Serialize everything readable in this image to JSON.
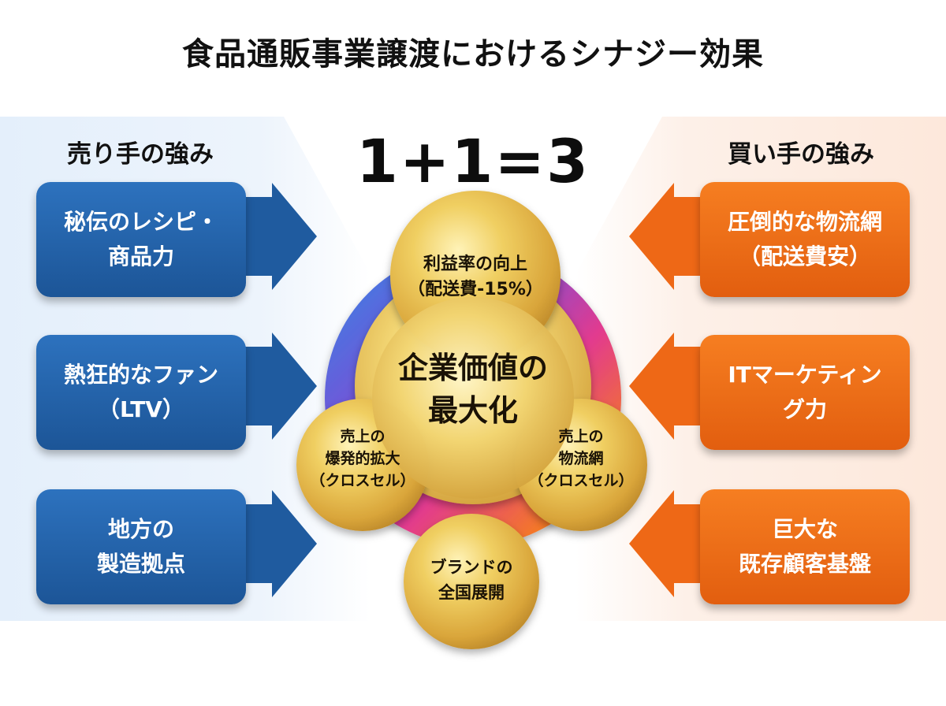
{
  "title": "食品通販事業譲渡におけるシナジー効果",
  "equation": "1+1=3",
  "seller": {
    "heading": "売り手の強み",
    "items": [
      "秘伝のレシピ・\n商品力",
      "熱狂的なファン\n（LTV）",
      "地方の\n製造拠点"
    ]
  },
  "buyer": {
    "heading": "買い手の強み",
    "items": [
      "圧倒的な物流網\n（配送費安）",
      "ITマーケティン\nグ力",
      "巨大な\n既存顧客基盤"
    ]
  },
  "center": {
    "core": "企業価値の\n最大化",
    "top": "利益率の向上\n（配送費-15%）",
    "left": "売上の\n爆発的拡大\n（クロスセル）",
    "right": "売上の\n物流網\n（クロスセル）",
    "bottom": "ブランドの\n全国展開"
  },
  "colors": {
    "seller_blue": "#1f5b9f",
    "buyer_orange": "#f06b16",
    "gold": "#e8c24a"
  }
}
